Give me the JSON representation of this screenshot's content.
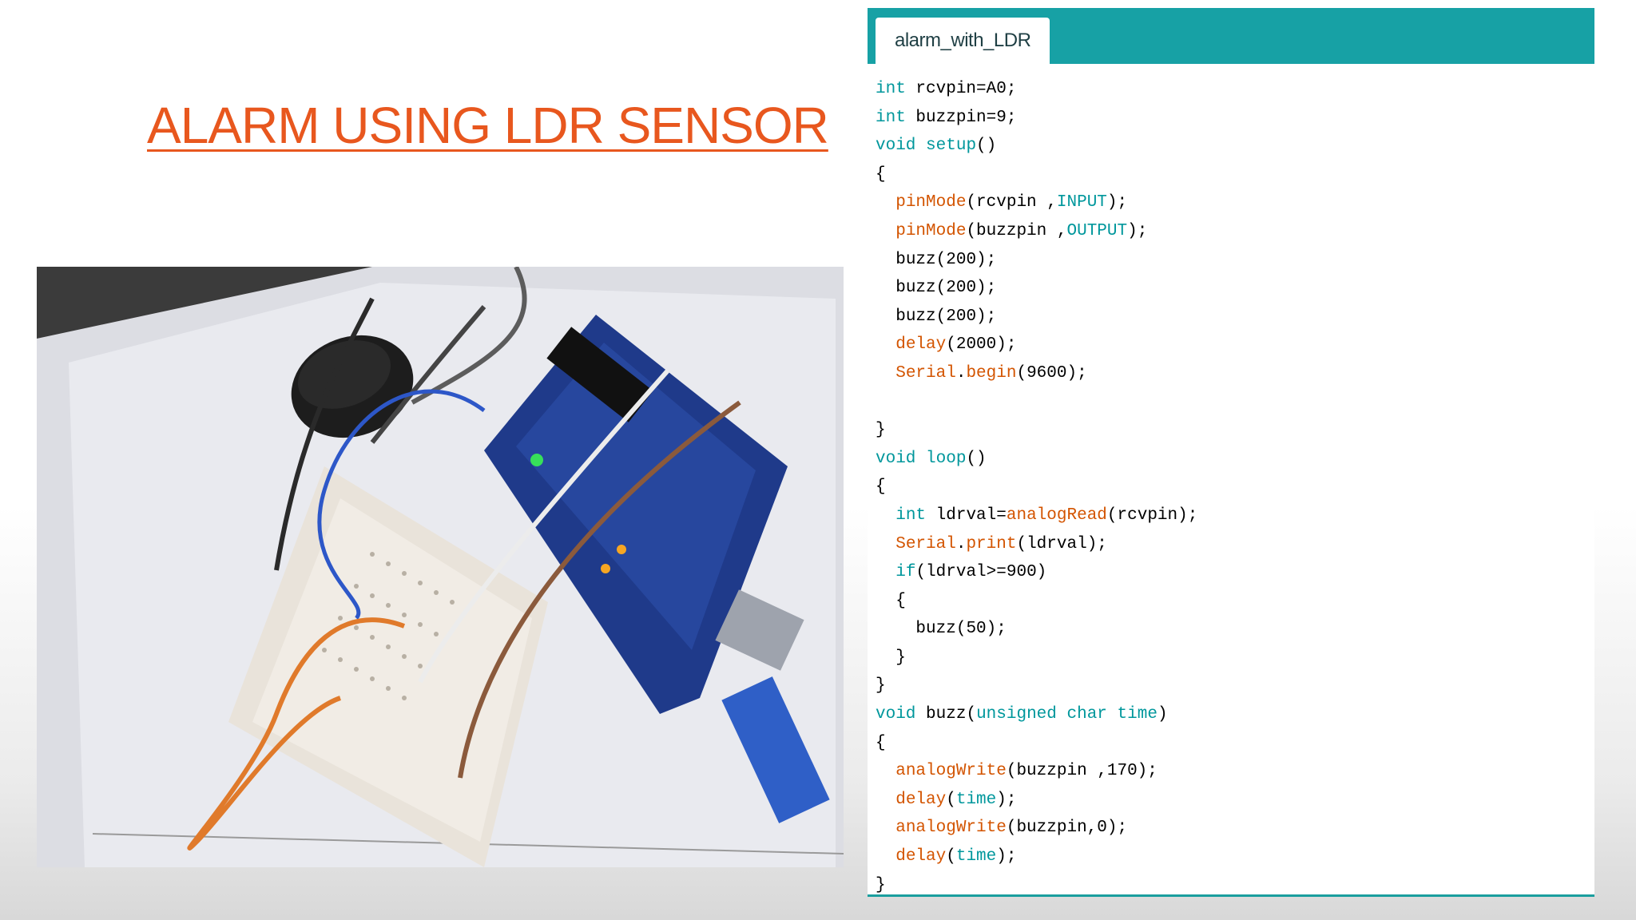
{
  "slide": {
    "title": "ALARM USING LDR SENSOR"
  },
  "photo": {
    "icon": "arduino-breadboard-photo"
  },
  "ide": {
    "tab_label": "alarm_with_LDR",
    "accent_color": "#17a1a5",
    "keyword_color": "#00979c",
    "function_color": "#d35400",
    "code_lines": [
      "int rcvpin=A0;",
      "int buzzpin=9;",
      "void setup()",
      "{",
      "  pinMode(rcvpin ,INPUT);",
      "  pinMode(buzzpin ,OUTPUT);",
      "  buzz(200);",
      "  buzz(200);",
      "  buzz(200);",
      "  delay(2000);",
      "  Serial.begin(9600);",
      "",
      "}",
      "void loop()",
      "{",
      "  int ldrval=analogRead(rcvpin);",
      "  Serial.print(ldrval);",
      "  if(ldrval>=900)",
      "  {",
      "    buzz(50);",
      "  }",
      "}",
      "void buzz(unsigned char time)",
      "{",
      "  analogWrite(buzzpin ,170);",
      "  delay(time);",
      "  analogWrite(buzzpin,0);",
      "  delay(time);",
      "}"
    ]
  }
}
